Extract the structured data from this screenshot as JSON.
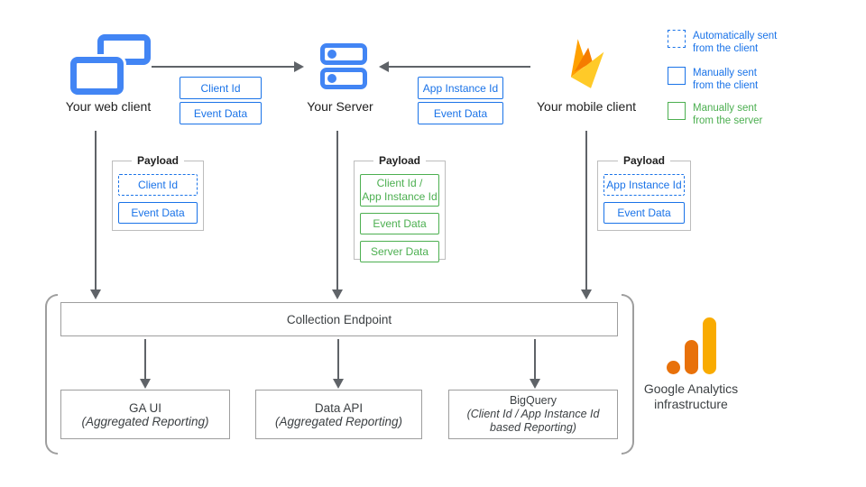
{
  "nodes": {
    "web": {
      "label": "Your web client",
      "icon": "overlapping-browser-windows-icon"
    },
    "server": {
      "label": "Your Server",
      "icon": "server-stack-icon"
    },
    "mobile": {
      "label": "Your mobile client",
      "icon": "firebase-flame-icon"
    }
  },
  "flows": {
    "web_to_server": {
      "items": [
        "Client Id",
        "Event Data"
      ]
    },
    "mobile_to_server": {
      "items": [
        "App Instance Id",
        "Event Data"
      ]
    }
  },
  "legend": {
    "items": [
      {
        "line1": "Automatically sent",
        "line2": "from the client",
        "style": "dashed-blue"
      },
      {
        "line1": "Manually sent",
        "line2": "from the client",
        "style": "solid-blue"
      },
      {
        "line1": "Manually sent",
        "line2": "from the server",
        "style": "solid-green"
      }
    ]
  },
  "payloads": {
    "title": "Payload",
    "web": {
      "items": [
        {
          "label": "Client Id",
          "style": "dashed-blue"
        },
        {
          "label": "Event Data",
          "style": "solid-blue"
        }
      ]
    },
    "server": {
      "items": [
        {
          "label": "Client Id /\nApp Instance Id",
          "style": "solid-green"
        },
        {
          "label": "Event Data",
          "style": "solid-green"
        },
        {
          "label": "Server Data",
          "style": "solid-green"
        }
      ]
    },
    "mobile": {
      "items": [
        {
          "label": "App Instance Id",
          "style": "dashed-blue"
        },
        {
          "label": "Event Data",
          "style": "solid-blue"
        }
      ]
    }
  },
  "infrastructure": {
    "endpoint_label": "Collection Endpoint",
    "outputs": [
      {
        "title": "GA UI",
        "subtitle": "(Aggregated Reporting)"
      },
      {
        "title": "Data API",
        "subtitle": "(Aggregated Reporting)"
      },
      {
        "title": "BigQuery",
        "subtitle": "(Client Id / App Instance Id\nbased Reporting)"
      }
    ],
    "caption_line1": "Google Analytics",
    "caption_line2": "infrastructure",
    "logo": "google-analytics-bars-logo"
  },
  "colors": {
    "blue_accent": "#1a73e8",
    "green_accent": "#4caf50",
    "icon_blue": "#4285f4",
    "arrow_gray": "#5f6368",
    "container_border_gray": "#bdbdbd",
    "infra_border_gray": "#9e9e9e",
    "firebase_yellow": "#ffca28",
    "firebase_amber": "#ffa000",
    "firebase_orange": "#f57c00",
    "ga_orange": "#e8710a",
    "ga_yellow": "#f9ab00"
  }
}
